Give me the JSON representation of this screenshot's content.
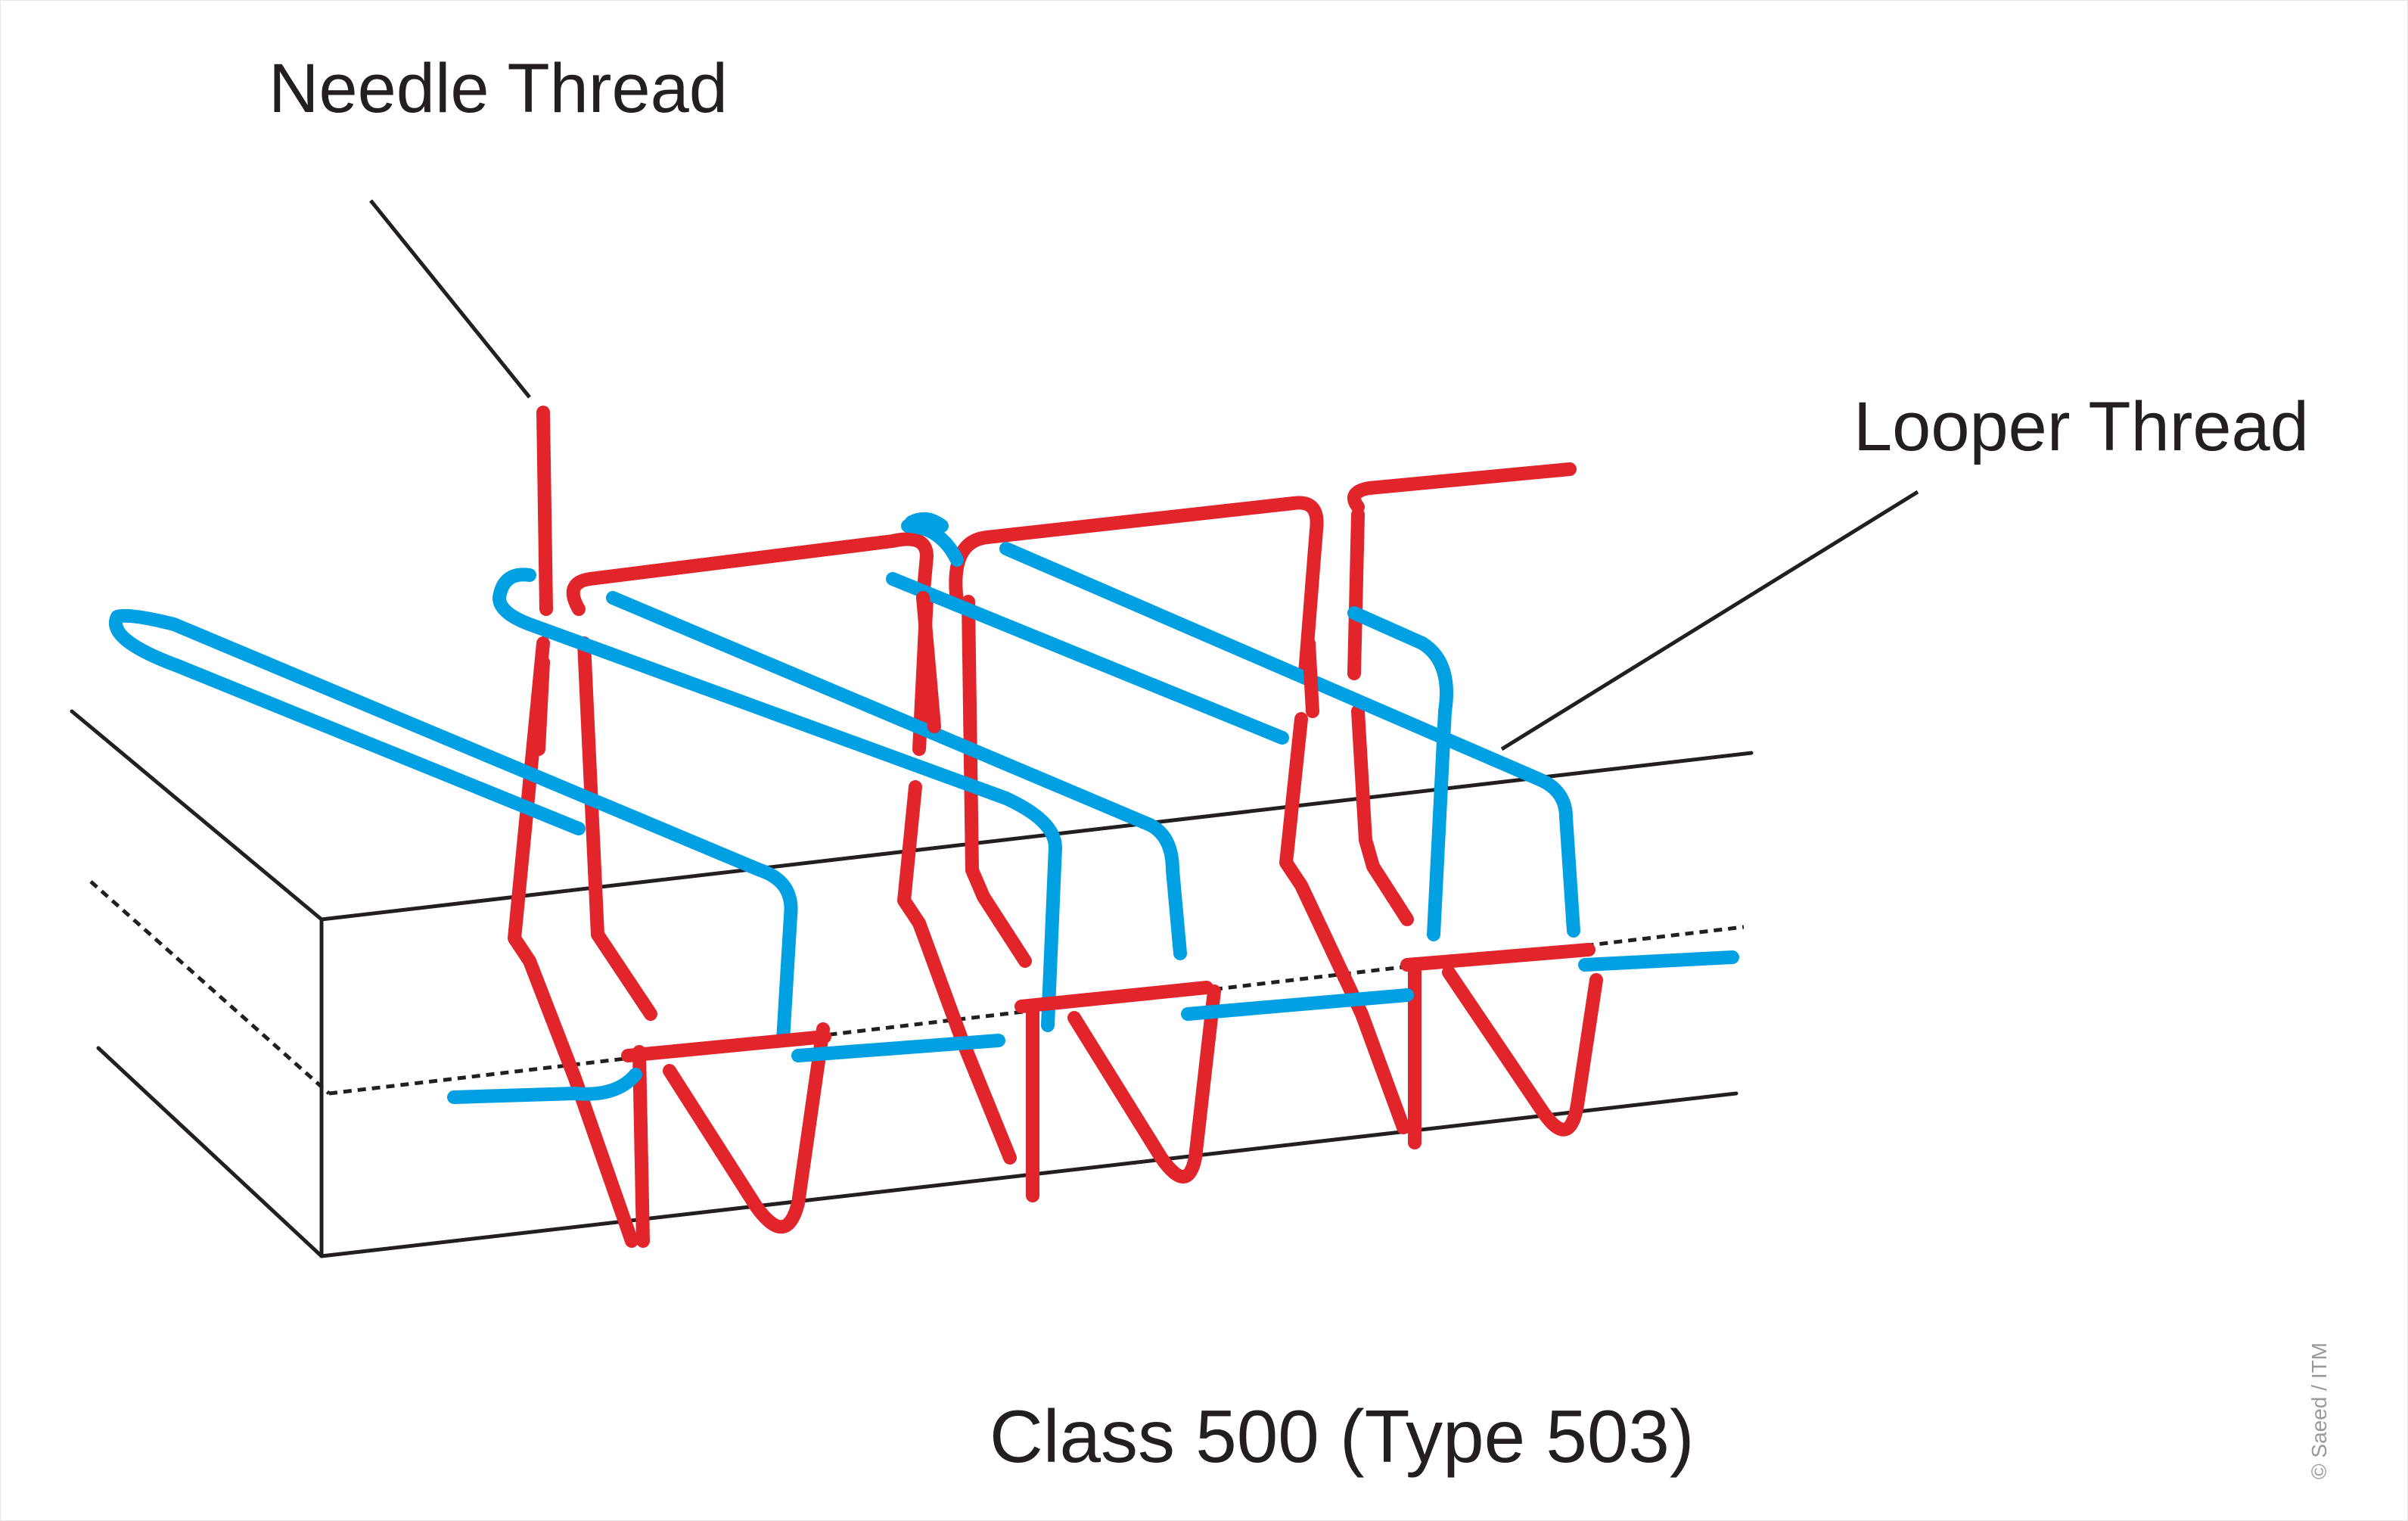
{
  "labels": {
    "needle_thread": "Needle Thread",
    "looper_thread": "Looper Thread",
    "caption": "Class 500 (Type 503)",
    "credit": "© Saeed / ITM"
  },
  "colors": {
    "needle_thread": "#e2242b",
    "looper_thread": "#00a0e3",
    "fabric_outline": "#231f20",
    "background": "#ffffff"
  }
}
